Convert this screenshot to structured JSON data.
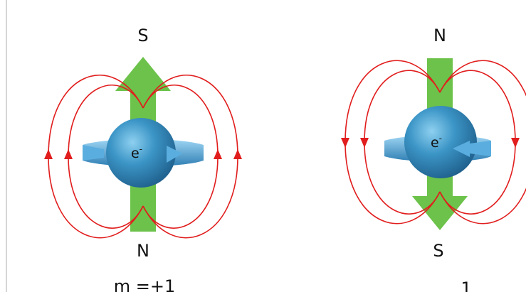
{
  "colors": {
    "field_line": "#e11d1d",
    "dipole_arrow": "#6cc24a",
    "electron": "#2f86b8",
    "spin_arrow": "#5aaedf"
  },
  "left_diagram": {
    "top_pole": "S",
    "bottom_pole": "N",
    "electron_label": "e",
    "electron_superscript": "-",
    "dipole_direction": "up",
    "spin_arrow_direction": "left-to-right",
    "field_arrow_direction": "up",
    "caption": "m =+1"
  },
  "right_diagram": {
    "top_pole": "N",
    "bottom_pole": "S",
    "electron_label": "e",
    "electron_superscript": "-",
    "dipole_direction": "down",
    "spin_arrow_direction": "right-to-left",
    "field_arrow_direction": "down",
    "caption": "1"
  }
}
